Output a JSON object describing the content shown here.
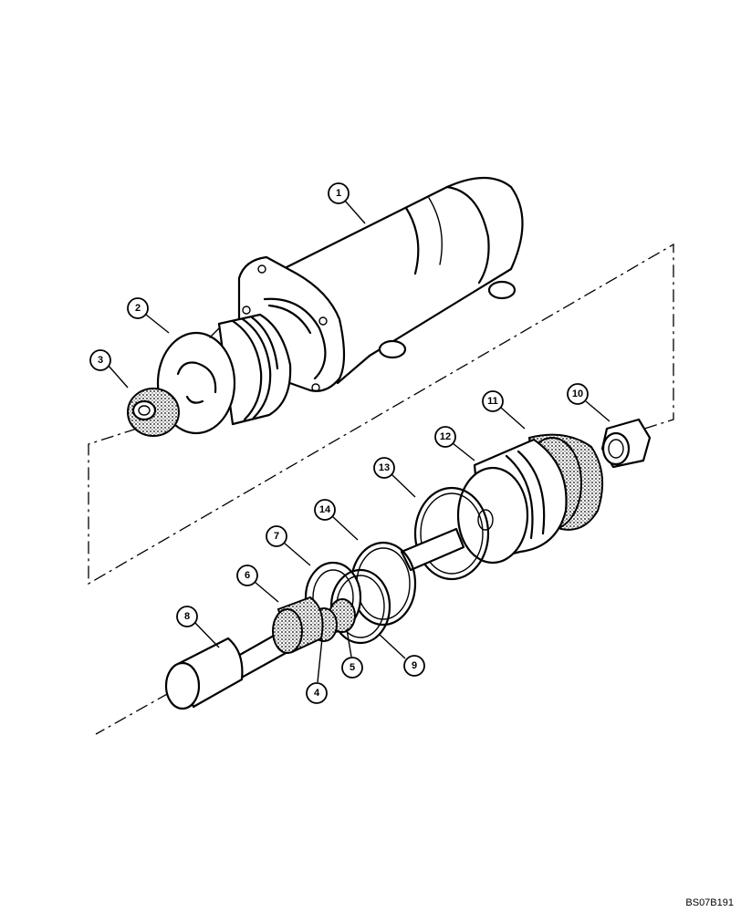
{
  "reference_code": "BS07B191",
  "callouts": [
    {
      "id": "1",
      "label": "1"
    },
    {
      "id": "2",
      "label": "2"
    },
    {
      "id": "3",
      "label": "3"
    },
    {
      "id": "4",
      "label": "4"
    },
    {
      "id": "5",
      "label": "5"
    },
    {
      "id": "6",
      "label": "6"
    },
    {
      "id": "7",
      "label": "7"
    },
    {
      "id": "8",
      "label": "8"
    },
    {
      "id": "9",
      "label": "9"
    },
    {
      "id": "10",
      "label": "10"
    },
    {
      "id": "11",
      "label": "11"
    },
    {
      "id": "12",
      "label": "12"
    },
    {
      "id": "13",
      "label": "13"
    },
    {
      "id": "14",
      "label": "14"
    }
  ],
  "colors": {
    "ink": "#000000",
    "paper": "#ffffff"
  }
}
